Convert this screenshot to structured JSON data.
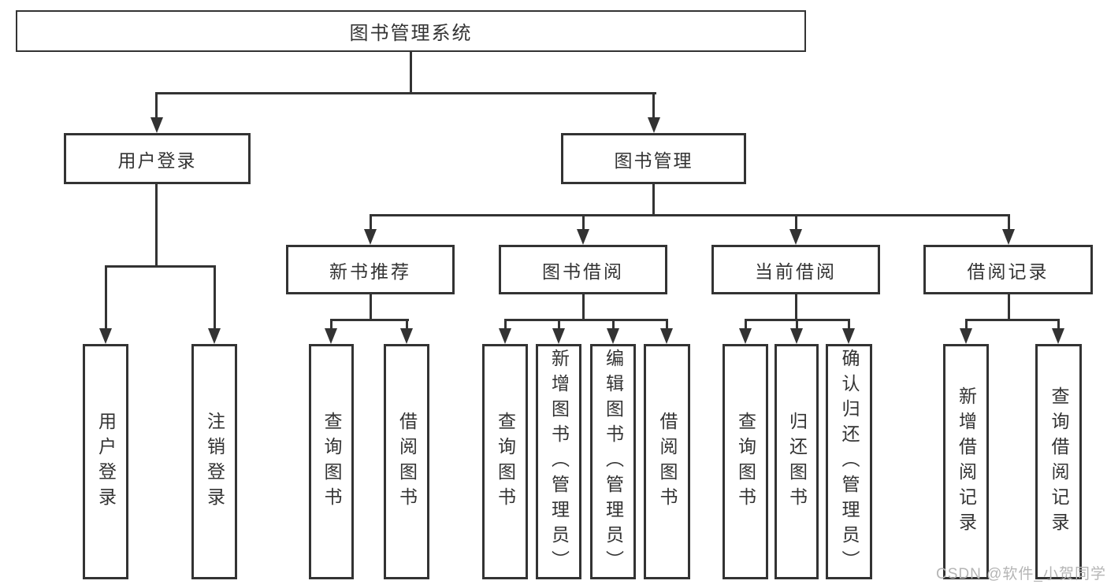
{
  "colors": {
    "line": "#333333",
    "box_border": "#333333",
    "text": "#333333",
    "background": "#ffffff",
    "watermark_text": "#b5b5b5"
  },
  "watermark": {
    "text": "CSDN @软件_小贺同学"
  },
  "tree": {
    "root": {
      "label": "图书管理系统"
    },
    "branches": [
      {
        "label": "用户登录",
        "children": [
          {
            "label": "用户登录"
          },
          {
            "label": "注销登录"
          }
        ]
      },
      {
        "label": "图书管理",
        "children": [
          {
            "label": "新书推荐",
            "children": [
              {
                "label": "查询图书"
              },
              {
                "label": "借阅图书"
              }
            ]
          },
          {
            "label": "图书借阅",
            "children": [
              {
                "label": "查询图书"
              },
              {
                "label": "新增图书（管理员）"
              },
              {
                "label": "编辑图书（管理员）"
              },
              {
                "label": "借阅图书"
              }
            ]
          },
          {
            "label": "当前借阅",
            "children": [
              {
                "label": "查询图书"
              },
              {
                "label": "归还图书"
              },
              {
                "label": "确认归还（管理员）"
              }
            ]
          },
          {
            "label": "借阅记录",
            "children": [
              {
                "label": "新增借阅记录"
              },
              {
                "label": "查询借阅记录"
              }
            ]
          }
        ]
      }
    ]
  }
}
